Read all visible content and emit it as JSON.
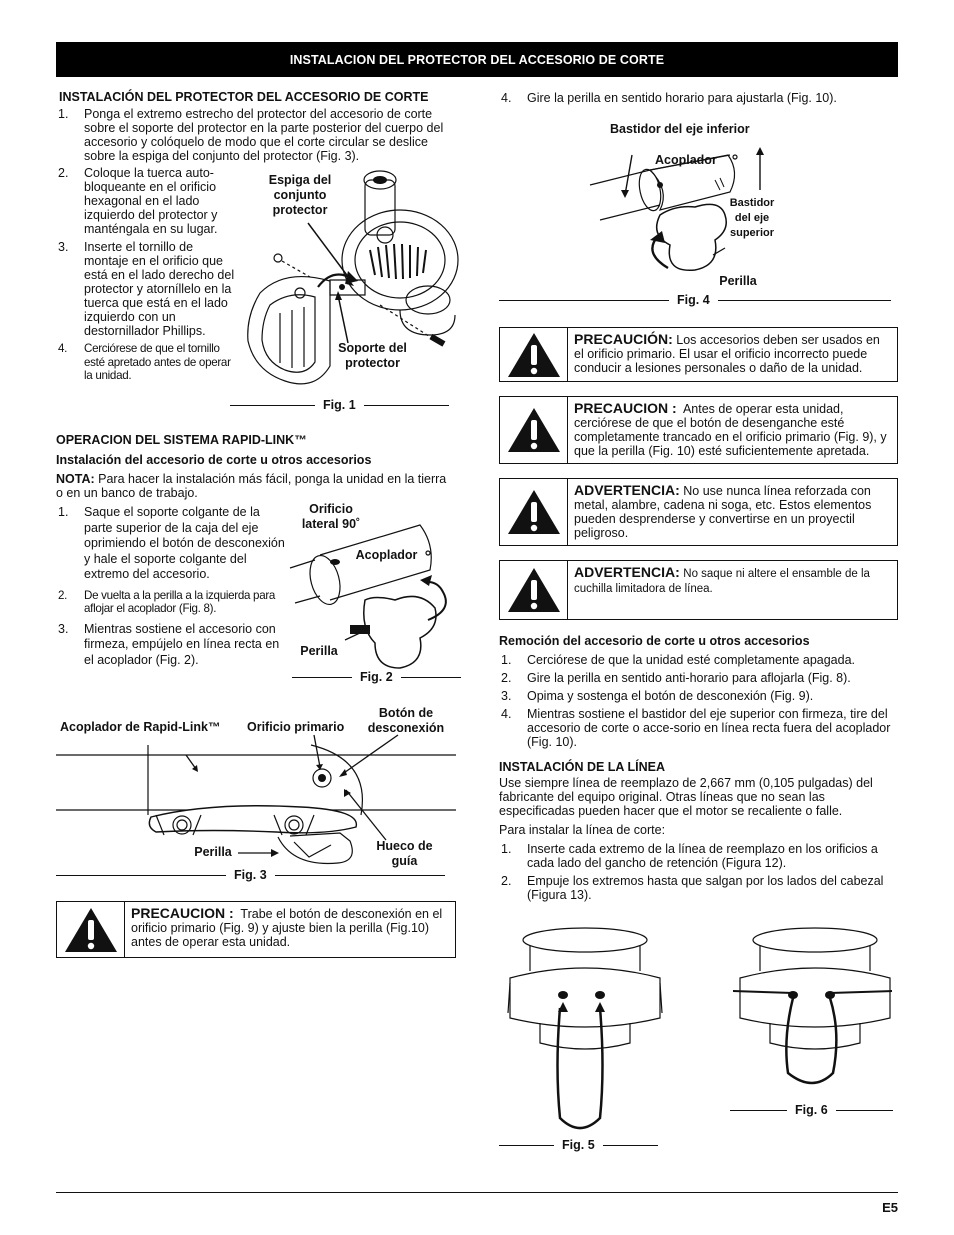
{
  "banner": "INSTALACION DEL PROTECTOR DEL ACCESORIO DE CORTE",
  "left": {
    "heading": "INSTALACIÓN DEL PROTECTOR DEL ACCESORIO DE CORTE",
    "step1": "Ponga el extremo estrecho del protector del accesorio de corte sobre el soporte del protector en la parte posterior del cuerpo del accesorio y colóquelo de modo que el corte circular se deslice sobre la espiga del conjunto del protector (Fig. 3).",
    "step2": "Coloque la tuerca auto-bloqueante en el orificio hexagonal en el lado izquierdo del protector y manténgala en su lugar.",
    "step3": "Inserte el tornillo de montaje en el orificio que está en el lado derecho del protector y atornillelo en la tuerca que está en el lado izquierdo con un destornillador Phillips.",
    "step3_display": "Inserte el tornillo de montaje en el orificio que está en el lado derecho del protector y atorníllelo en la tuerca que está en el lado izquierdo con un destornillador Phillips.",
    "step4": "Cerciórese de que el tornillo esté apretado antes de operar la unidad.",
    "fig1_label_espiga": "Espiga del conjunto protector",
    "fig1_label_soporte": "Soporte del protector",
    "fig1_caption": "Fig. 1",
    "op_heading": "OPERACION DEL SISTEMA RAPID-LINK™",
    "op_sub": "Instalación del accesorio de corte u otros accesorios",
    "nota_label": "NOTA:",
    "nota_text": "Para hacer la instalación más fácil, ponga la unidad en la tierra o en un banco de trabajo.",
    "op1": "Saque el soporte colgante de la parte superior de la caja del eje oprimiendo el botón de desconexión y hale el soporte colgante del extremo del accesorio.",
    "op2": "De vuelta a la perilla a la izquierda para aflojar el acoplador  (Fig. 8).",
    "op3": "Mientras sostiene el accesorio con firmeza, empújelo en línea recta en el acoplador (Fig. 2).",
    "fig2_orificio": "Orificio lateral 90˚",
    "fig2_acoplador": "Acoplador",
    "fig2_perilla": "Perilla",
    "fig2_caption": "Fig. 2",
    "fig3_acoplador": "Acoplador de Rapid-Link™",
    "fig3_orificio": "Orificio primario",
    "fig3_boton": "Botón de desconexión",
    "fig3_perilla": "Perilla",
    "fig3_hueco": "Hueco de guía",
    "fig3_caption": "Fig. 3",
    "caution_title": "PRECAUCION :",
    "caution_text": "Trabe el botón de desconexión en el orificio primario (Fig. 9) y ajuste bien la perilla (Fig.10) antes de operar esta unidad."
  },
  "right": {
    "step4": "Gire la perilla en sentido horario para ajustarla (Fig. 10).",
    "fig4_bastidor_inf": "Bastidor del eje inferior",
    "fig4_acoplador": "Acoplador",
    "fig4_bastidor_sup": "Bastidor del eje superior",
    "fig4_perilla": "Perilla",
    "fig4_caption": "Fig. 4",
    "warn1_title": "PRECAUCIÓN:",
    "warn1_text": "Los accesorios deben ser usados en el orificio primario. El usar el orificio incorrecto puede conducir a lesiones personales o daño de la unidad.",
    "warn2_title": "PRECAUCION :",
    "warn2_text": "Antes de operar esta unidad, cerciórese de que el botón de desenganche esté completamente trancado en el orificio primario (Fig. 9), y que la perilla (Fig. 10) esté suficientemente apretada.",
    "warn3_title": "ADVERTENCIA:",
    "warn3_text": "No use nunca línea reforzada con metal, alambre, cadena ni soga, etc. Estos elementos pueden desprenderse y convertirse en un proyectil peligroso.",
    "warn4_title": "ADVERTENCIA:",
    "warn4_text": "No saque ni altere el ensamble de la cuchilla limitadora de línea.",
    "removal_heading": "Remoción del accesorio de corte u otros accesorios",
    "rem1": "Cerciórese de que la unidad esté completamente apagada.",
    "rem2": "Gire la perilla en sentido anti-horario para aflojarla (Fig. 8).",
    "rem3": "Opima y sostenga el botón de desconexión (Fig. 9).",
    "rem4": "Mientras sostiene el bastidor del eje superior con firmeza, tire del accesorio de corte o acce-sorio en línea recta fuera del acoplador (Fig. 10).",
    "line_heading": "INSTALACIÓN DE LA LÍNEA",
    "line_para": "Use siempre línea de reemplazo de 2,667 mm (0,105 pulgadas) del fabricante del equipo original.  Otras líneas que no sean las especificadas pueden hacer que el motor se recaliente o falle.",
    "line_intro": "Para instalar la línea de corte:",
    "line1": "Inserte cada extremo de la línea de reemplazo en los orificios a cada lado del gancho de retención (Figura 12).",
    "line2": "Empuje los extremos hasta que salgan por los lados del cabezal (Figura 13).",
    "fig5_caption": "Fig. 5",
    "fig6_caption": "Fig. 6"
  },
  "footer": {
    "page": "E5"
  },
  "numbers": [
    "1.",
    "2.",
    "3.",
    "4."
  ]
}
